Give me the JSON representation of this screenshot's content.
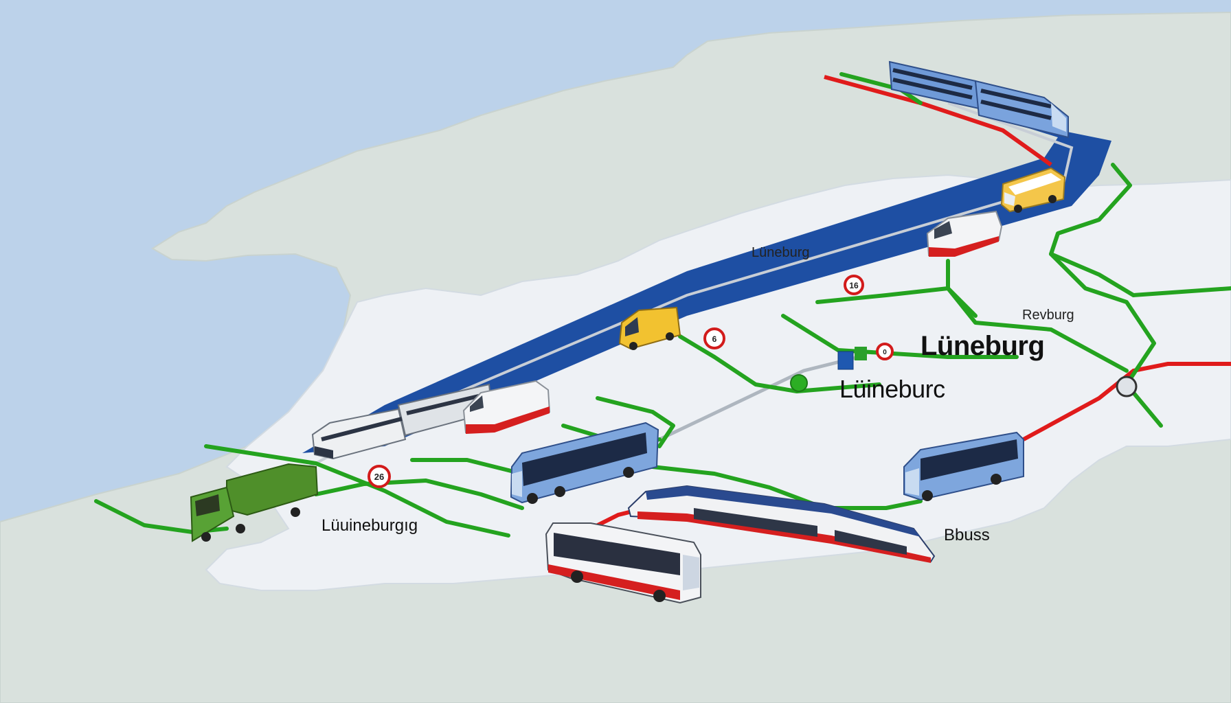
{
  "map": {
    "colors": {
      "sea": "#b9d0e8",
      "land_far": "#d8e0dc",
      "land_near": "#eef1f4",
      "main_line": "#1e4fa3",
      "green_route": "#24a31f",
      "red_route": "#e01b1b",
      "track": "#9aa3ad"
    },
    "labels": {
      "luneburg_north": "Lüneburg",
      "revburg": "Revburg",
      "luneburg_big": "Lüneburg",
      "luneburc": "Lüineburc",
      "luneburgig_west": "Lüuineburgıg",
      "bbuss": "Bbuss"
    },
    "signs": [
      {
        "type": "speed-sign",
        "text": "16"
      },
      {
        "type": "speed-sign",
        "text": "6"
      },
      {
        "type": "speed-sign",
        "text": "26"
      },
      {
        "type": "speed-sign",
        "text": "0"
      }
    ],
    "vehicles": [
      "double-decker-train-north",
      "yellow-minibus",
      "high-speed-train-front",
      "yellow-van",
      "freight-train",
      "high-speed-train-middle",
      "blue-coach-center",
      "green-truck",
      "blue-coach-east",
      "tram-red-blue",
      "white-coach-bus"
    ]
  }
}
